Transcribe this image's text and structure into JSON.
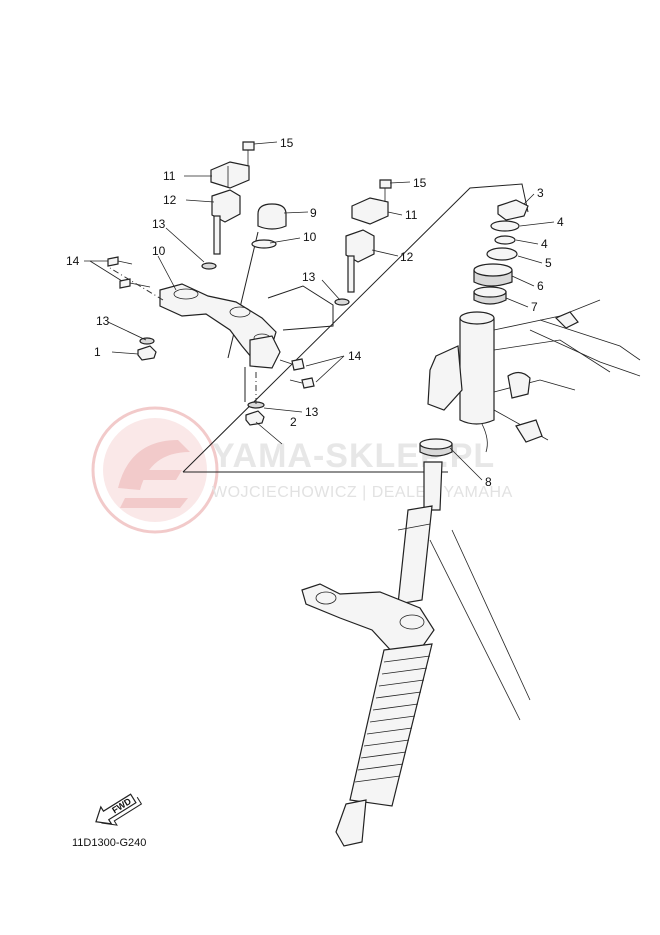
{
  "diagram": {
    "part_code": "11D1300-G240",
    "fwd_label": "FWD",
    "callouts": [
      {
        "id": "c1",
        "label": "1"
      },
      {
        "id": "c2",
        "label": "2"
      },
      {
        "id": "c3",
        "label": "3"
      },
      {
        "id": "c4a",
        "label": "4"
      },
      {
        "id": "c4b",
        "label": "4"
      },
      {
        "id": "c5",
        "label": "5"
      },
      {
        "id": "c6",
        "label": "6"
      },
      {
        "id": "c7",
        "label": "7"
      },
      {
        "id": "c8",
        "label": "8"
      },
      {
        "id": "c9",
        "label": "9"
      },
      {
        "id": "c10a",
        "label": "10"
      },
      {
        "id": "c10b",
        "label": "10"
      },
      {
        "id": "c11a",
        "label": "11"
      },
      {
        "id": "c11b",
        "label": "11"
      },
      {
        "id": "c12a",
        "label": "12"
      },
      {
        "id": "c12b",
        "label": "12"
      },
      {
        "id": "c13a",
        "label": "13"
      },
      {
        "id": "c13b",
        "label": "13"
      },
      {
        "id": "c13c",
        "label": "13"
      },
      {
        "id": "c13d",
        "label": "13"
      },
      {
        "id": "c14a",
        "label": "14"
      },
      {
        "id": "c14b",
        "label": "14"
      },
      {
        "id": "c15a",
        "label": "15"
      },
      {
        "id": "c15b",
        "label": "15"
      }
    ]
  },
  "watermark": {
    "title": "YAMA-SKLEP.PL",
    "subtitle": "WOJCIECHOWICZ | DEALER YAMAHA",
    "logo_color": "#e8a0a0"
  }
}
